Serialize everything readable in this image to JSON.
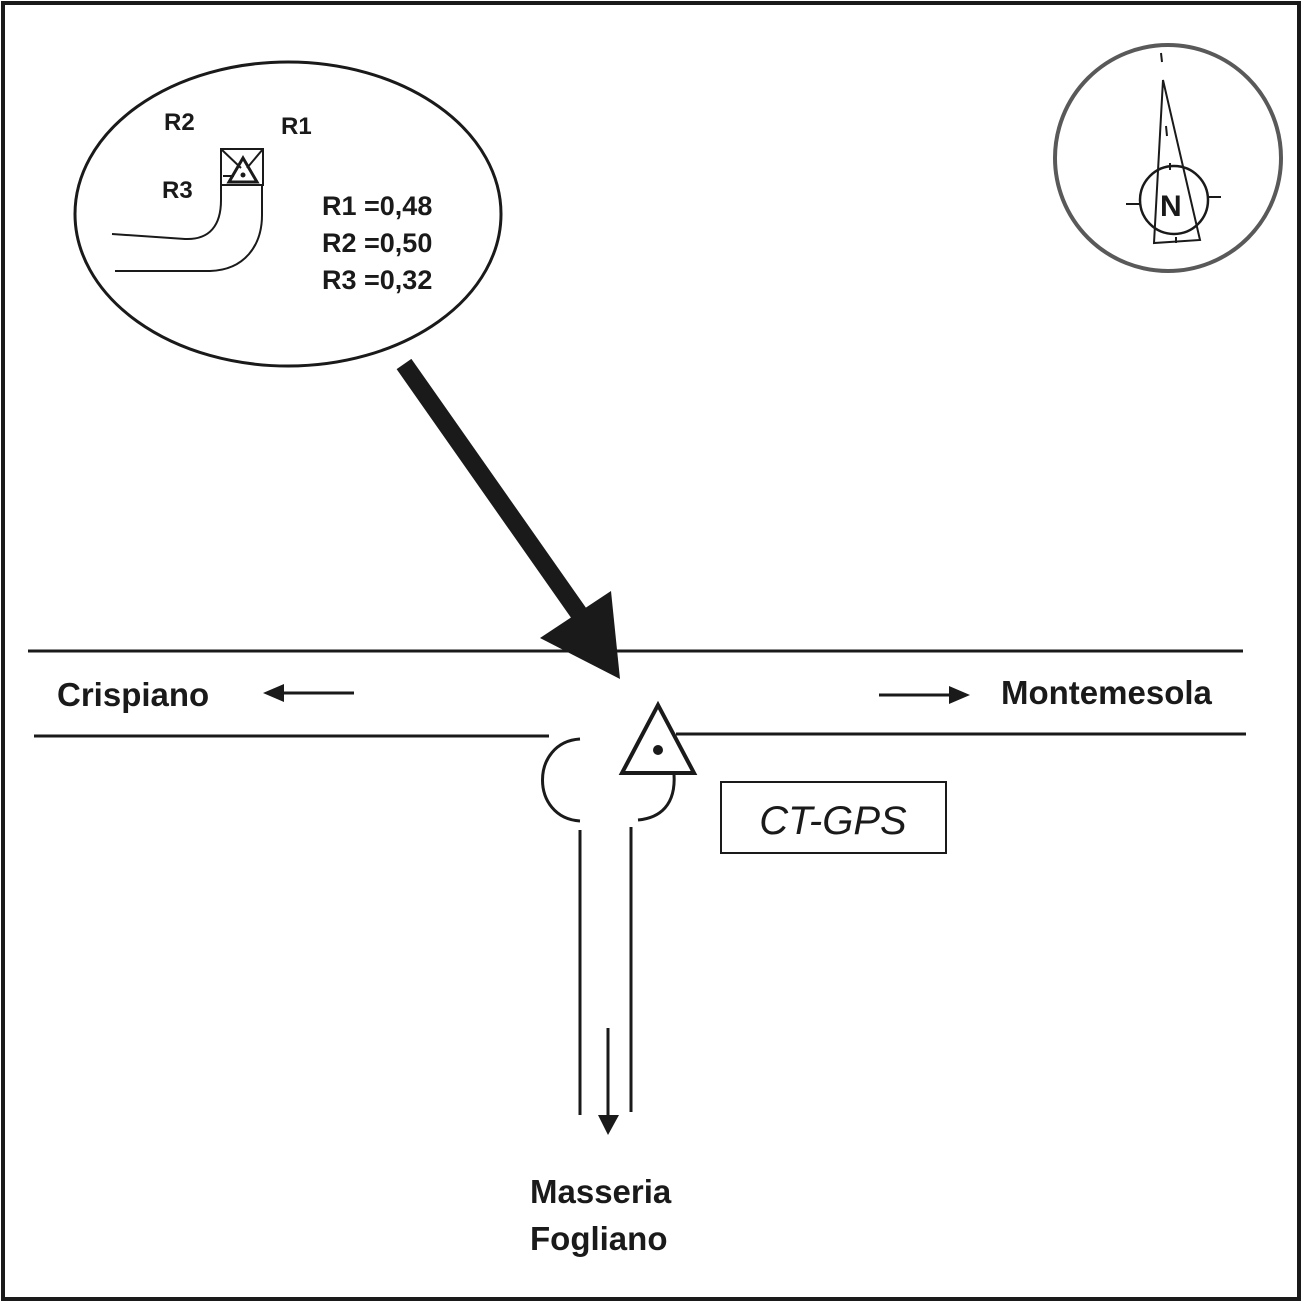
{
  "diagram": {
    "type": "site-location-sketch",
    "frame": {
      "color": "#1a1a1a"
    },
    "inset": {
      "labels": {
        "r1": "R1",
        "r2": "R2",
        "r3": "R3"
      },
      "values": [
        {
          "label": "R1 =0,48"
        },
        {
          "label": "R2 =0,50"
        },
        {
          "label": "R3 =0,32"
        }
      ],
      "station_icon": "triangle-dot-station-icon"
    },
    "compass": {
      "label": "N",
      "ring_color": "#595959"
    },
    "roads": {
      "west_destination": "Crispiano",
      "east_destination": "Montemesola",
      "south_destination_line1": "Masseria",
      "south_destination_line2": "Fogliano"
    },
    "station": {
      "label": "CT-GPS",
      "icon": "triangle-dot-station-icon"
    },
    "colors": {
      "ink": "#1a1a1a",
      "background": "#ffffff"
    }
  }
}
